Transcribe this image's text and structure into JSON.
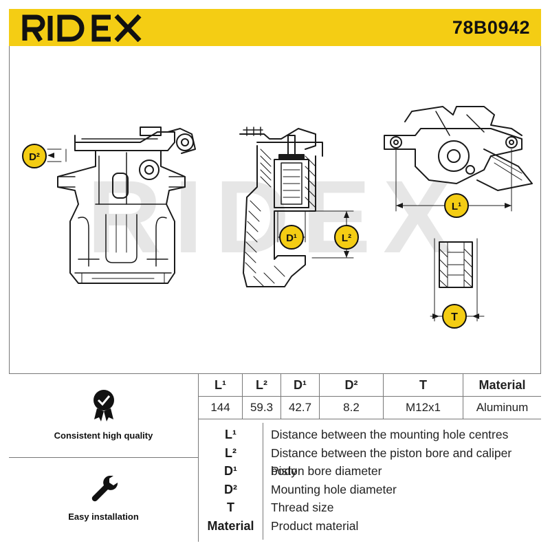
{
  "header": {
    "brand": "RIDEX",
    "part_number": "78B0942"
  },
  "watermark": "RIDEX",
  "drawing_labels": {
    "d2": "D²",
    "d1": "D¹",
    "l2": "L²",
    "l1": "L¹",
    "t": "T"
  },
  "features": [
    {
      "label": "Consistent high quality",
      "icon": "quality-badge-icon"
    },
    {
      "label": "Easy installation",
      "icon": "wrench-icon"
    }
  ],
  "spec_table": {
    "headers": [
      "L¹",
      "L²",
      "D¹",
      "D²",
      "T",
      "Material"
    ],
    "values": [
      "144",
      "59.3",
      "42.7",
      "8.2",
      "M12x1",
      "Aluminum"
    ]
  },
  "legend": [
    {
      "symbol": "L¹",
      "description": "Distance between the mounting hole centres"
    },
    {
      "symbol": "L²",
      "description": "Distance between the piston bore and caliper body"
    },
    {
      "symbol": "D¹",
      "description": "Piston bore diameter"
    },
    {
      "symbol": "D²",
      "description": "Mounting hole diameter"
    },
    {
      "symbol": "T",
      "description": "Thread size"
    },
    {
      "symbol": "Material",
      "description": "Product material"
    }
  ],
  "colors": {
    "brand_yellow": "#f4cd14",
    "line": "#1a1a1a",
    "watermark": "#e6e6e6"
  }
}
